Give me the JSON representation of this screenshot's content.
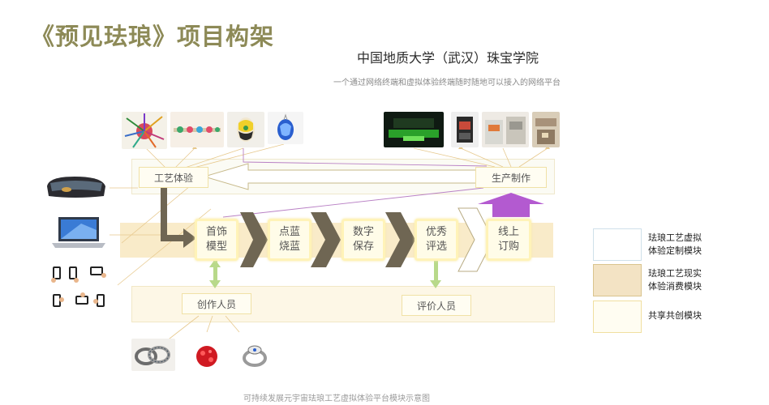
{
  "header": {
    "title": "《预见珐琅》项目构架",
    "subtitle": "中国地质大学（武汉）珠宝学院",
    "tagline": "一个通过网络终端和虚拟体验终端随时随地可以接入的网络平台"
  },
  "nodes": {
    "craft_experience": "工艺体验",
    "production": "生产制作",
    "creators": "创作人员",
    "reviewers": "评价人员"
  },
  "pipeline": [
    {
      "line1": "首饰",
      "line2": "模型"
    },
    {
      "line1": "点蓝",
      "line2": "烧蓝"
    },
    {
      "line1": "数字",
      "line2": "保存"
    },
    {
      "line1": "优秀",
      "line2": "评选"
    },
    {
      "line1": "线上",
      "line2": "订购"
    }
  ],
  "legend": [
    {
      "line1": "珐琅工艺虚拟",
      "line2": "体验定制模块",
      "color": "#ffffff",
      "border": "#cfe0ea"
    },
    {
      "line1": "珐琅工艺现实",
      "line2": "体验消费模块",
      "color": "#f3e3c4",
      "border": "#d9c48e"
    },
    {
      "line1": "共享共创模块",
      "line2": "",
      "color": "#fffdf2",
      "border": "#f0dfa0"
    }
  ],
  "caption": "可持续发展元宇宙珐琅工艺虚拟体验平台模块示意图",
  "colors": {
    "title": "#8d8a57",
    "chevron": "#6f6653",
    "up_arrow_purple": "#b35ad0",
    "green_connector": "#b8d98a"
  },
  "images": [
    "enamel-art-icon",
    "enamel-bracelet-icon",
    "enamel-egg-icon",
    "enamel-pendant-icon",
    "vr-headset-icon",
    "laptop-icon",
    "smartphones-icon",
    "laser-machine-icon",
    "3d-printer-icon",
    "kiln-oven-icon",
    "workshop-icon",
    "enamel-rings-icon",
    "red-enamel-ball-icon",
    "enamel-ring-icon"
  ]
}
